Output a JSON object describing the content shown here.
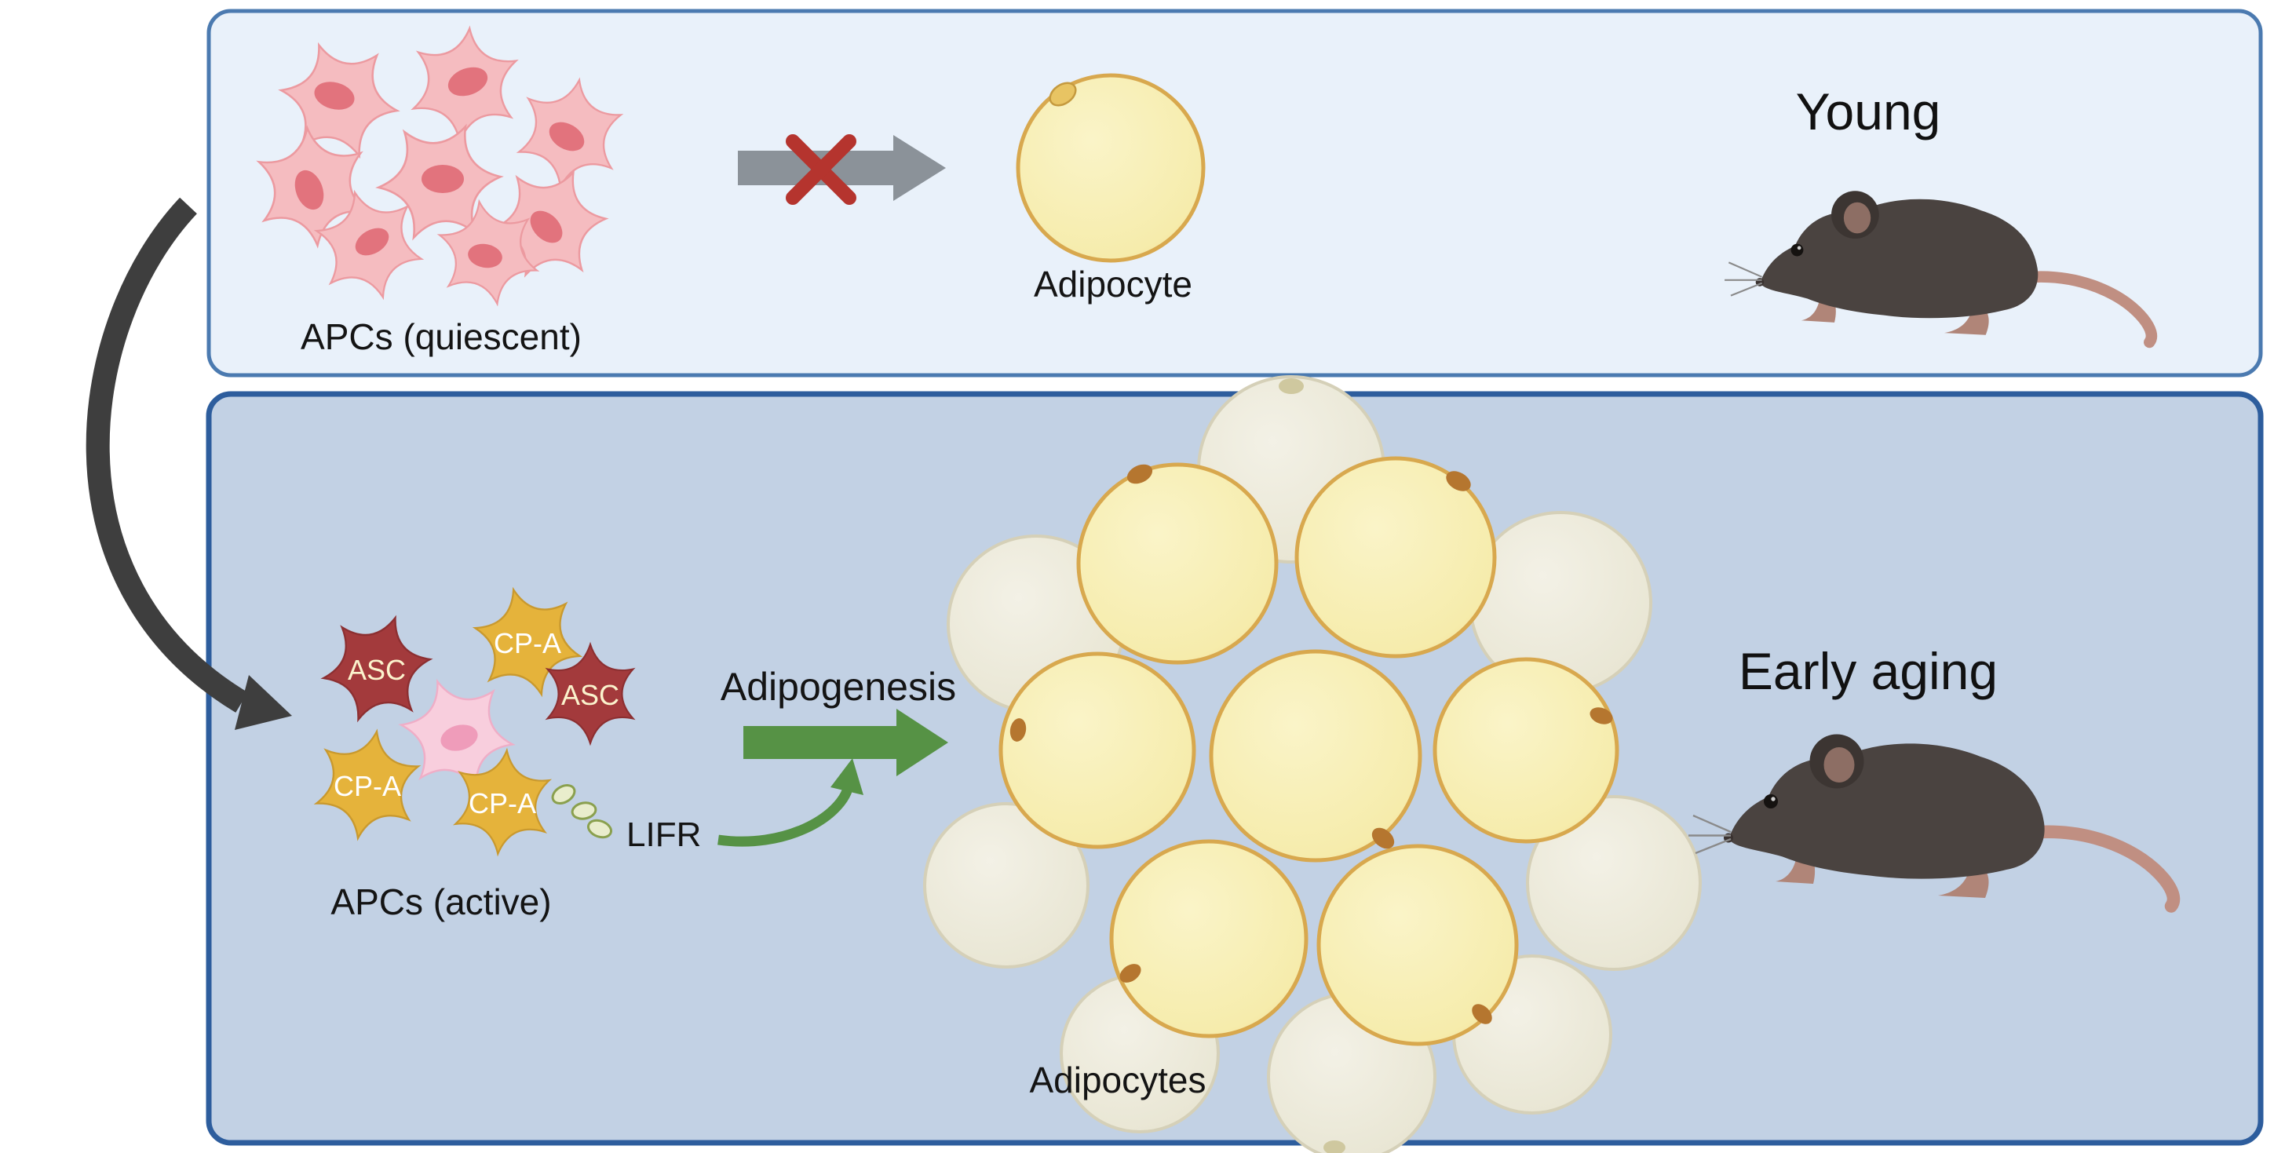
{
  "young_panel": {
    "title": "Young",
    "apc_label": "APCs (quiescent)",
    "adipocyte_label": "Adipocyte"
  },
  "aging_panel": {
    "title": "Early aging",
    "apc_label": "APCs (active)",
    "adipocytes_label": "Adipocytes",
    "adipogenesis_label": "Adipogenesis",
    "lifr_label": "LIFR",
    "asc_label": "ASC",
    "cpa_label": "CP-A"
  },
  "colors": {
    "panel_young_bg": "#e9f1fa",
    "panel_young_border": "#4b7ab0",
    "panel_aging_bg": "#c2d1e4",
    "panel_aging_border": "#2d5d9d",
    "quiescent_cell": "#f5bcc0",
    "quiescent_nucleus": "#e2737d",
    "asc_cell": "#a33a3c",
    "cpa_cell": "#e5b33b",
    "active_pink_cell": "#f8cedd",
    "adipocyte_fill": "#f6ecac",
    "adipocyte_stroke": "#d8a84e",
    "pale_adipocyte_fill": "#e9e6d4",
    "blocked_arrow_gray": "#8b9299",
    "cross_red": "#b5342e",
    "arrow_green": "#569245",
    "transition_arrow": "#3e3e3e",
    "mouse_body": "#4a4340",
    "mouse_tail": "#c08f82"
  }
}
